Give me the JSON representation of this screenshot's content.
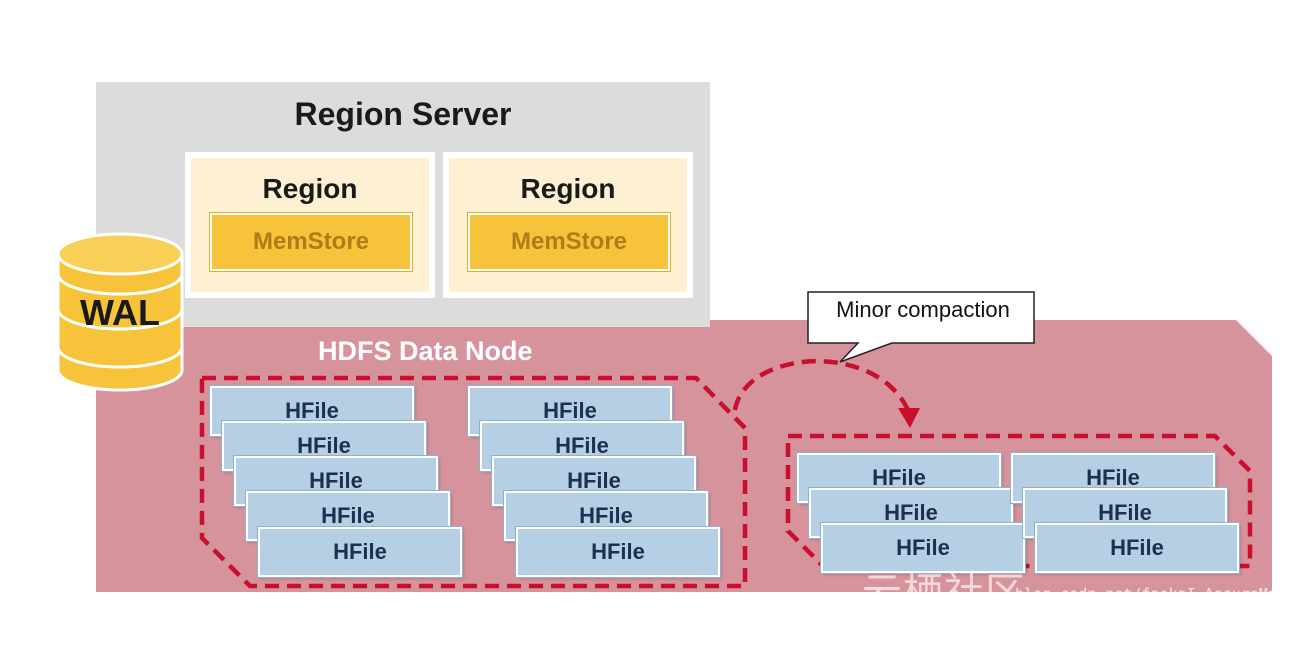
{
  "region_server": {
    "title": "Region Server",
    "regions": [
      {
        "title": "Region",
        "memstore": "MemStore"
      },
      {
        "title": "Region",
        "memstore": "MemStore"
      }
    ]
  },
  "wal": {
    "label": "WAL"
  },
  "hdfs": {
    "title": "HDFS Data Node",
    "before_compaction": {
      "group_1": [
        "HFile",
        "HFile",
        "HFile",
        "HFile",
        "HFile"
      ],
      "group_2": [
        "HFile",
        "HFile",
        "HFile",
        "HFile",
        "HFile"
      ]
    },
    "after_compaction": {
      "group_1": [
        "HFile",
        "HFile",
        "HFile"
      ],
      "group_2": [
        "HFile",
        "HFile",
        "HFile"
      ]
    }
  },
  "callout": {
    "label": "Minor compaction"
  },
  "watermark": {
    "main": "云栖社区 yq.aliyun.com",
    "sub": "blog.csdn.net/faokaI_AssureMaster"
  },
  "colors": {
    "region_server_bg": "#dcdcdc",
    "region_bg": "#fdf0d3",
    "memstore": "#f6c33a",
    "hdfs_bg": "#d7939b",
    "dashed_border": "#c8102e",
    "hfile": "#b5d0e5",
    "wal": "#f6c33a"
  }
}
